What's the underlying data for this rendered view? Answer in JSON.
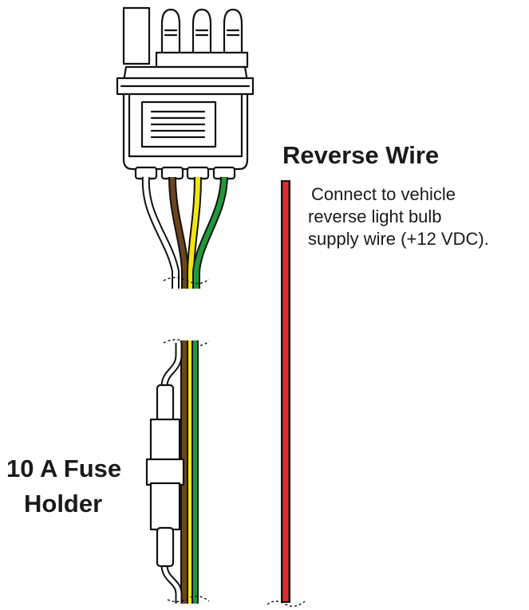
{
  "reverse_wire": {
    "title": "Reverse Wire",
    "description_lines": [
      "Connect to vehicle",
      "reverse light bulb",
      "supply wire (+12 VDC)."
    ],
    "color": "#e32b2b"
  },
  "fuse_holder": {
    "label_lines": [
      "10 A Fuse",
      "Holder"
    ]
  },
  "wire_colors": {
    "white": "#ffffff",
    "brown": "#6b4420",
    "yellow": "#f3e60e",
    "green": "#1f9a3a",
    "red": "#e32b2b"
  },
  "connector": {
    "icon": "4-pole-trailer-connector-icon"
  }
}
